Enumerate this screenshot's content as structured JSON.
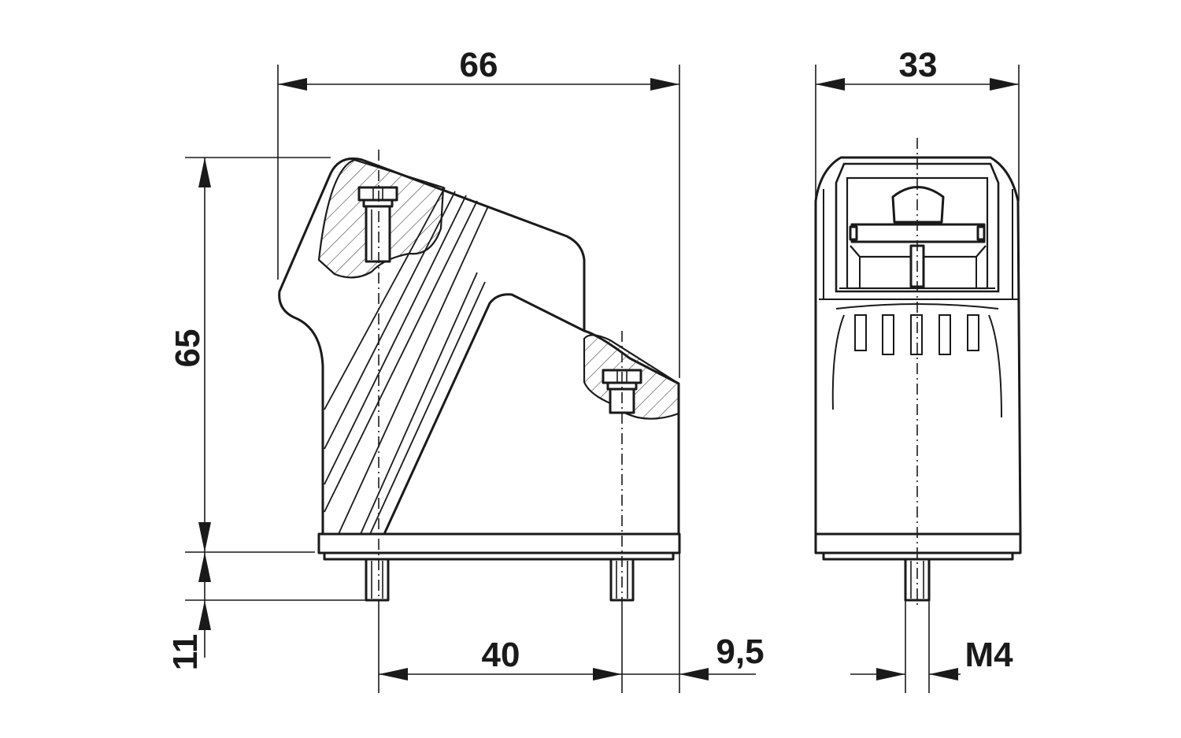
{
  "dimensions": {
    "width_side": "66",
    "height": "65",
    "pin_length": "11",
    "screw_spacing": "40",
    "offset": "9,5",
    "width_front": "33",
    "thread": "M4"
  }
}
